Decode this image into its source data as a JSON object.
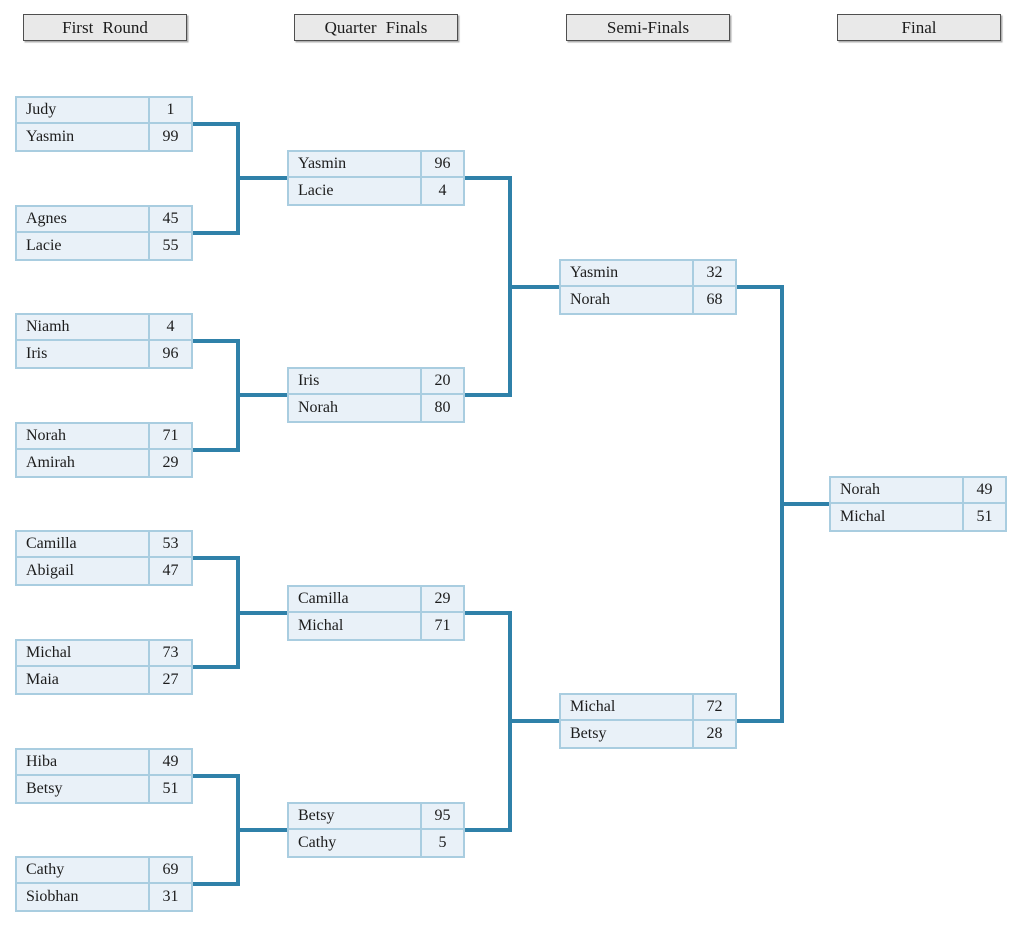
{
  "colors": {
    "connector_line": "#2f81a9",
    "match_fill": "#e9f1f8",
    "match_border": "#a9cde0",
    "header_fill": "#e9e9e9",
    "header_border": "#4f4f4f",
    "text": "#1c1c1c"
  },
  "rounds": [
    {
      "label": "First Round",
      "matches": [
        {
          "players": [
            {
              "name": "Judy",
              "score": "1"
            },
            {
              "name": "Yasmin",
              "score": "99"
            }
          ]
        },
        {
          "players": [
            {
              "name": "Agnes",
              "score": "45"
            },
            {
              "name": "Lacie",
              "score": "55"
            }
          ]
        },
        {
          "players": [
            {
              "name": "Niamh",
              "score": "4"
            },
            {
              "name": "Iris",
              "score": "96"
            }
          ]
        },
        {
          "players": [
            {
              "name": "Norah",
              "score": "71"
            },
            {
              "name": "Amirah",
              "score": "29"
            }
          ]
        },
        {
          "players": [
            {
              "name": "Camilla",
              "score": "53"
            },
            {
              "name": "Abigail",
              "score": "47"
            }
          ]
        },
        {
          "players": [
            {
              "name": "Michal",
              "score": "73"
            },
            {
              "name": "Maia",
              "score": "27"
            }
          ]
        },
        {
          "players": [
            {
              "name": "Hiba",
              "score": "49"
            },
            {
              "name": "Betsy",
              "score": "51"
            }
          ]
        },
        {
          "players": [
            {
              "name": "Cathy",
              "score": "69"
            },
            {
              "name": "Siobhan",
              "score": "31"
            }
          ]
        }
      ]
    },
    {
      "label": "Quarter Finals",
      "matches": [
        {
          "players": [
            {
              "name": "Yasmin",
              "score": "96"
            },
            {
              "name": "Lacie",
              "score": "4"
            }
          ]
        },
        {
          "players": [
            {
              "name": "Iris",
              "score": "20"
            },
            {
              "name": "Norah",
              "score": "80"
            }
          ]
        },
        {
          "players": [
            {
              "name": "Camilla",
              "score": "29"
            },
            {
              "name": "Michal",
              "score": "71"
            }
          ]
        },
        {
          "players": [
            {
              "name": "Betsy",
              "score": "95"
            },
            {
              "name": "Cathy",
              "score": "5"
            }
          ]
        }
      ]
    },
    {
      "label": "Semi-Finals",
      "matches": [
        {
          "players": [
            {
              "name": "Yasmin",
              "score": "32"
            },
            {
              "name": "Norah",
              "score": "68"
            }
          ]
        },
        {
          "players": [
            {
              "name": "Michal",
              "score": "72"
            },
            {
              "name": "Betsy",
              "score": "28"
            }
          ]
        }
      ]
    },
    {
      "label": "Final",
      "matches": [
        {
          "players": [
            {
              "name": "Norah",
              "score": "49"
            },
            {
              "name": "Michal",
              "score": "51"
            }
          ]
        }
      ]
    }
  ]
}
